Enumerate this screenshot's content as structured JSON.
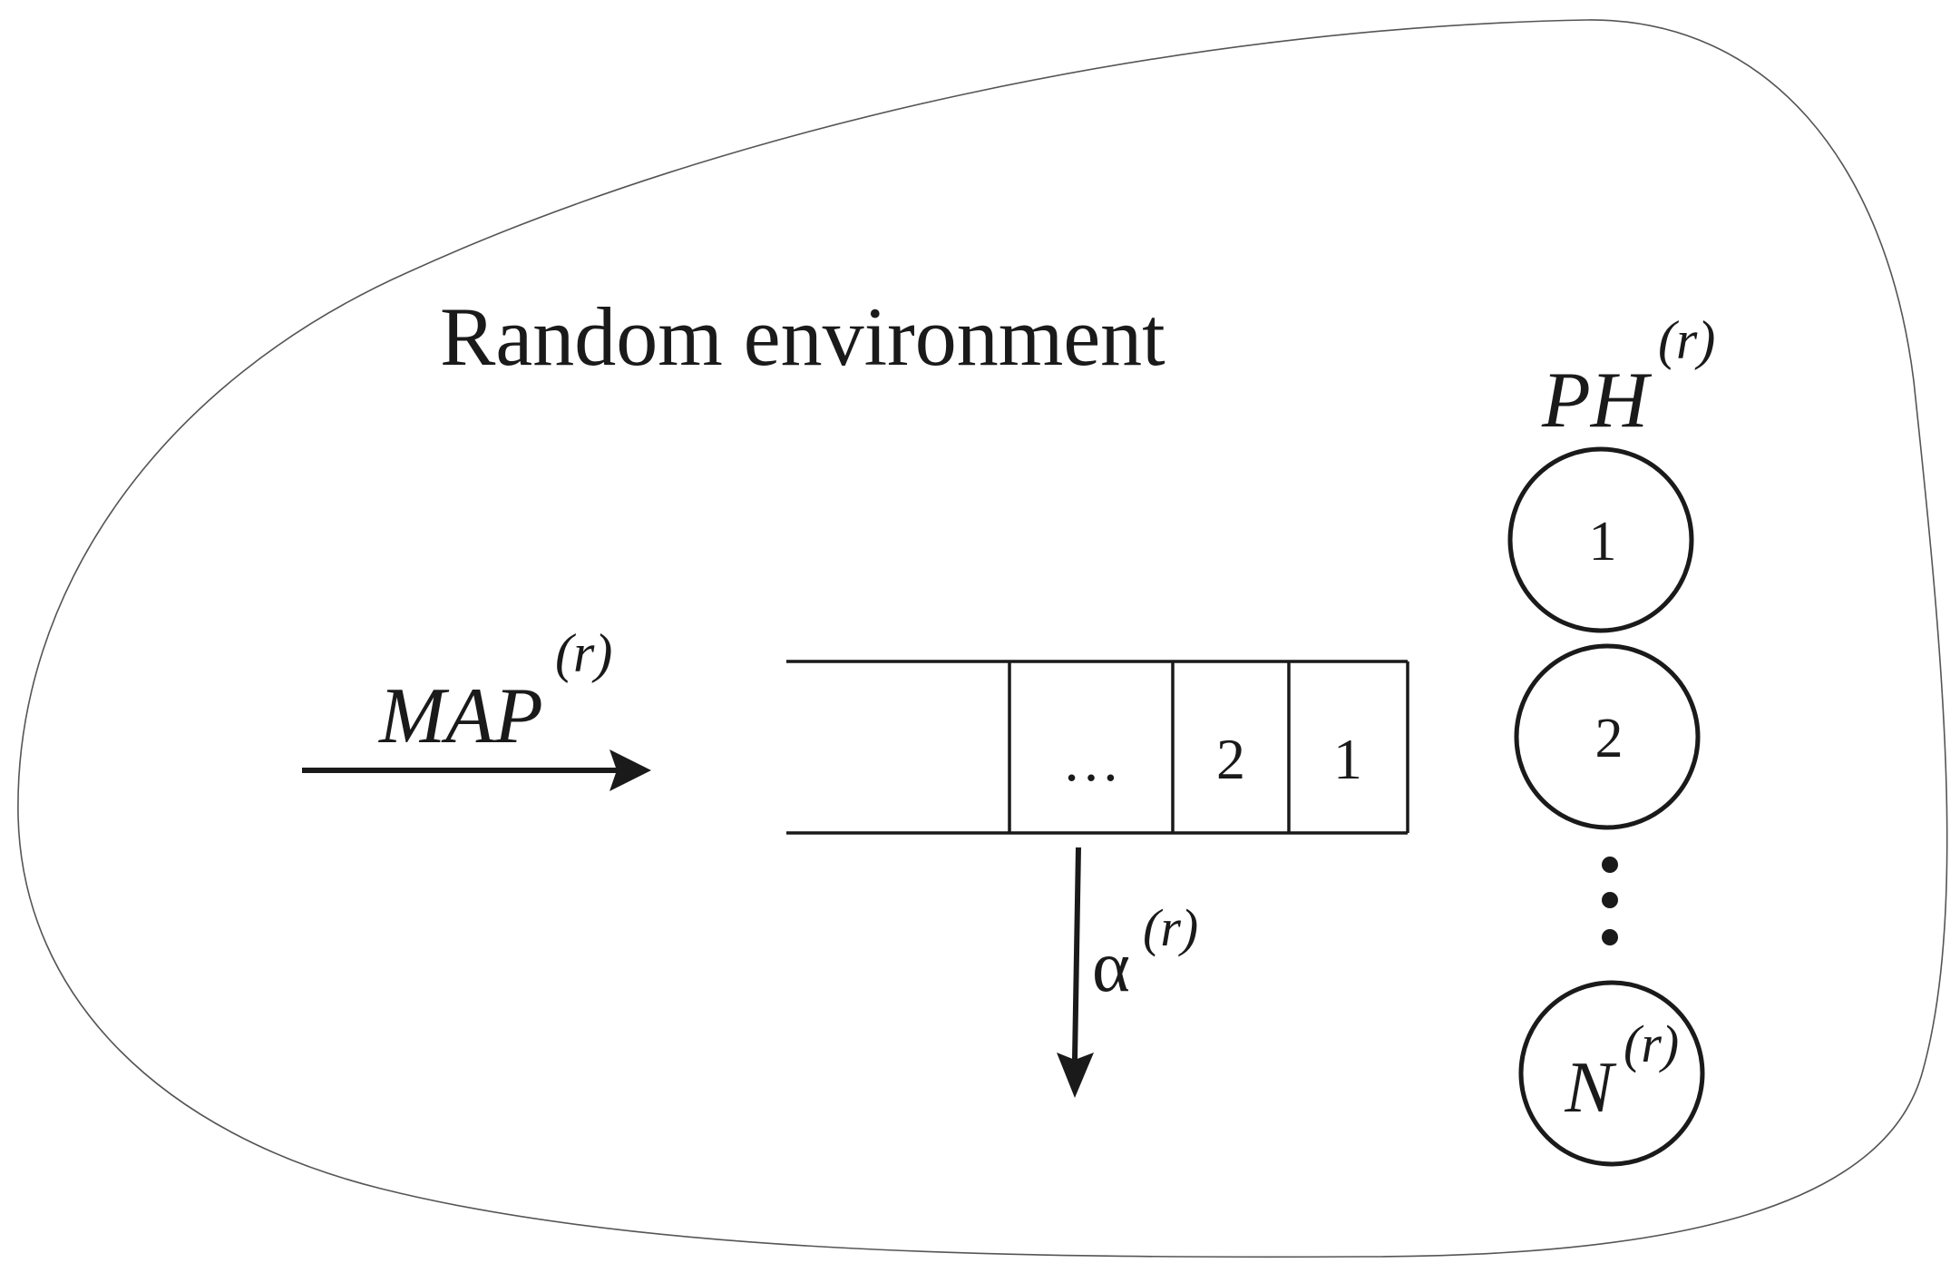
{
  "title": "Random environment",
  "arrival": {
    "base": "MAP",
    "superscript": "(r)"
  },
  "queue": {
    "cells": [
      "",
      "…",
      "2",
      "1"
    ]
  },
  "impatience": {
    "base": "α",
    "superscript": "(r)"
  },
  "servers": {
    "label_base": "PH",
    "label_superscript": "(r)",
    "items": [
      {
        "base": "1",
        "superscript": ""
      },
      {
        "base": "2",
        "superscript": ""
      },
      {
        "base": "N",
        "superscript": "(r)"
      }
    ],
    "ellipsis": "⋮"
  },
  "colors": {
    "stroke": "#1a1a1a",
    "boundary": "#555555",
    "background": "#ffffff"
  }
}
